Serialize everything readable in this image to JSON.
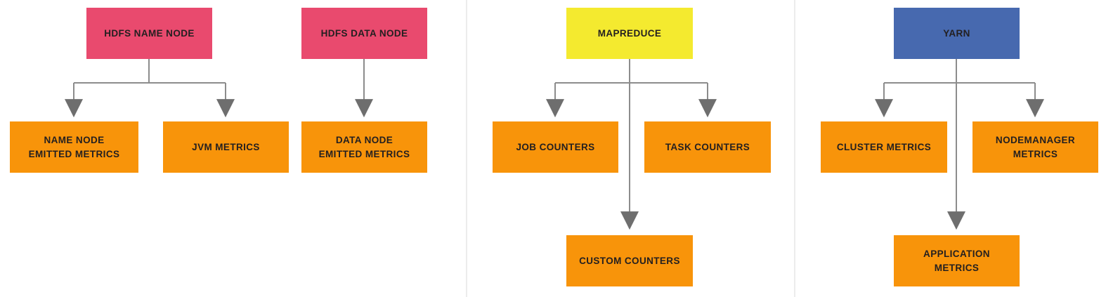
{
  "colors": {
    "background": "#ffffff",
    "divider": "#ececec",
    "pink": "#e94a6e",
    "yellow": "#f4ea2f",
    "blue": "#4769af",
    "orange": "#f8940a",
    "node_text": "#231f20",
    "connector_line": "#8c8c8c",
    "connector_head": "#6e6e6e"
  },
  "diagram": {
    "nodes": {
      "hdfs_name_node": {
        "label": "HDFS NAME NODE"
      },
      "hdfs_data_node": {
        "label": "HDFS DATA NODE"
      },
      "name_node_emitted_metrics": {
        "label": "NAME NODE\nEMITTED METRICS"
      },
      "jvm_metrics": {
        "label": "JVM METRICS"
      },
      "data_node_emitted_metrics": {
        "label": "DATA NODE\nEMITTED METRICS"
      },
      "mapreduce": {
        "label": "MAPREDUCE"
      },
      "job_counters": {
        "label": "JOB COUNTERS"
      },
      "task_counters": {
        "label": "TASK COUNTERS"
      },
      "custom_counters": {
        "label": "CUSTOM COUNTERS"
      },
      "yarn": {
        "label": "YARN"
      },
      "cluster_metrics": {
        "label": "CLUSTER METRICS"
      },
      "nodemanager_metrics": {
        "label": "NODEMANAGER\nMETRICS"
      },
      "application_metrics": {
        "label": "APPLICATION\nMETRICS"
      }
    },
    "edges": [
      {
        "from": "hdfs_name_node",
        "to": "name_node_emitted_metrics"
      },
      {
        "from": "hdfs_name_node",
        "to": "jvm_metrics"
      },
      {
        "from": "hdfs_data_node",
        "to": "data_node_emitted_metrics"
      },
      {
        "from": "mapreduce",
        "to": "job_counters"
      },
      {
        "from": "mapreduce",
        "to": "task_counters"
      },
      {
        "from": "mapreduce",
        "to": "custom_counters"
      },
      {
        "from": "yarn",
        "to": "cluster_metrics"
      },
      {
        "from": "yarn",
        "to": "nodemanager_metrics"
      },
      {
        "from": "yarn",
        "to": "application_metrics"
      }
    ]
  }
}
